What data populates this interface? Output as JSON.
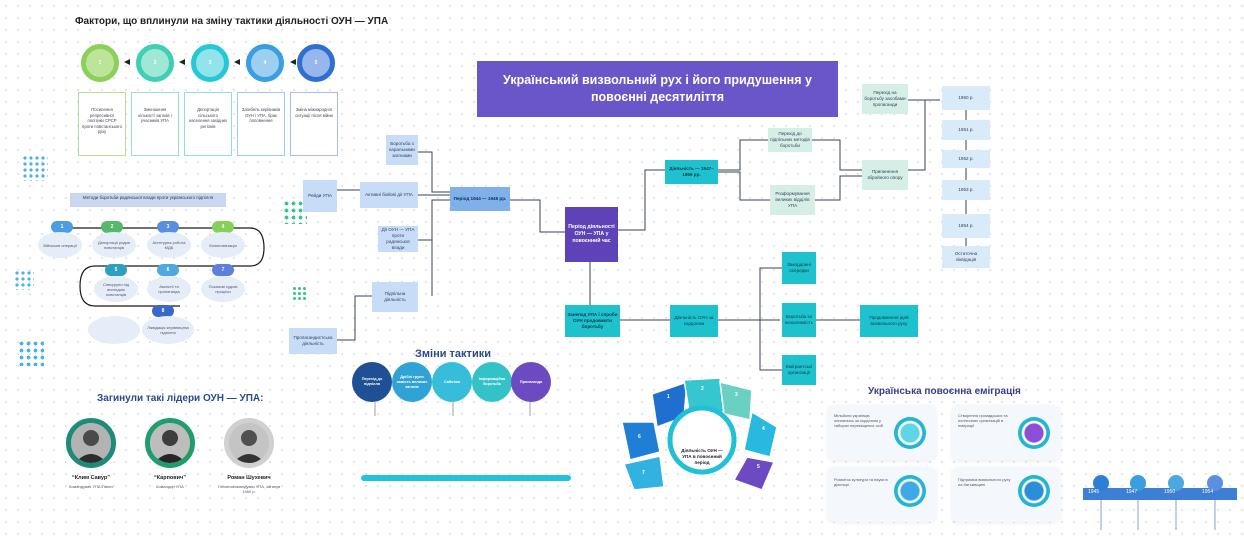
{
  "factors": {
    "title": "Фактори, що вплинули на зміну тактики діяльності ОУН — УПА",
    "steps": [
      {
        "num": "1",
        "color": "#8ccf5a",
        "text": "Посилення репресивної політики СРСР проти повстанського руху"
      },
      {
        "num": "2",
        "color": "#3fcfb4",
        "text": "Зменшення кількості загонів і учасників УПА"
      },
      {
        "num": "3",
        "color": "#25c8d6",
        "text": "Депортація сільського населення західних регіонів"
      },
      {
        "num": "4",
        "color": "#3a9fe0",
        "text": "Загибель керівників ОУН і УПА, брак поповнення"
      },
      {
        "num": "5",
        "color": "#2f6fd1",
        "text": "Зміна міжнародної ситуації після війни"
      }
    ]
  },
  "process": {
    "title": "Методи боротьби радянської влади проти українського підпілля",
    "items": [
      {
        "num": "1",
        "text": "Військові операції"
      },
      {
        "num": "2",
        "text": "Депортації родин повстанців"
      },
      {
        "num": "3",
        "text": "Агентурна робота МДБ"
      },
      {
        "num": "4",
        "text": "Колективізація"
      },
      {
        "num": "5",
        "text": "Спецгрупи під виглядом повстанців"
      },
      {
        "num": "6",
        "text": "Амністії та пропаганда"
      },
      {
        "num": "7",
        "text": "Показові судові процеси"
      },
      {
        "num": "8",
        "text": "Ліквідація керівництва підпілля"
      }
    ]
  },
  "leaders": {
    "title": "Загинули такі лідери ОУН — УПА:",
    "people": [
      {
        "name": "“Клим Савур”",
        "desc": "Командувач УПА-Північ"
      },
      {
        "name": "“Карпович”",
        "desc": "Командир УПА"
      },
      {
        "name": "Роман Шухевич",
        "desc": "Головнокомандувач УПА, загинув 1950 р."
      }
    ]
  },
  "mindmap": {
    "title": "Український визвольний рух і його придушення у повоєнні десятиліття",
    "center": "Період діяльності ОУН — УПА у повоєнний час",
    "branch_left": "Період 1944 — 1946 рр.",
    "branch_top": "Діяльність — 1947–1956 рр.",
    "branch_bottom": "Занепад УПА і спроби ОУН продовжити боротьбу",
    "left_nodes": [
      "Боротьба з каральними загонами",
      "Рейди УПА",
      "Активні бойові дії УПА",
      "Дії ОУН — УПА проти радянської влади",
      "Підпільна діяльність",
      "Пропагандистська діяльність"
    ],
    "top_nodes": [
      "Перехід до підпільних методів боротьби",
      "Розформування великих відділів УПА"
    ],
    "top_right": "Припинення збройного опору",
    "top_far": "Перехід на боротьбу засобами пропаганди",
    "chain": [
      "1950 р.",
      "1951 р.",
      "1952 р.",
      "1953 р.",
      "1954 р.",
      "Остаточна ліквідація"
    ],
    "bottom_mid": "Діяльність ОУН за кордоном",
    "bottom_nodes": [
      "Закордонні осередки",
      "Боротьба за незалежність",
      "Емігрантські організації"
    ],
    "bottom_right": "Продовження ідей визвольного руху"
  },
  "tactics": {
    "title": "Зміни тактики",
    "circles": [
      {
        "color": "#1f4f94",
        "label": "Перехід до підпілля"
      },
      {
        "color": "#2fa3d6",
        "label": "Дрібні групи замість великих загонів"
      },
      {
        "color": "#35bdd9",
        "label": "Саботаж"
      },
      {
        "color": "#33c2c8",
        "label": "Інформаційна боротьба"
      },
      {
        "color": "#6c4ac2",
        "label": "Пропаганда"
      }
    ]
  },
  "pentagon": {
    "center": "Діяльність ОУН — УПА в повоєнний період",
    "segments": [
      "1",
      "2",
      "3",
      "4",
      "5",
      "6",
      "7"
    ]
  },
  "emigration": {
    "title": "Українська повоєнна еміграція",
    "cards": [
      {
        "text": "Мільйони українців опинились за кордоном у таборах переміщених осіб"
      },
      {
        "text": "Створення громадських та політичних організацій в еміграції"
      },
      {
        "text": "Розвиток культури та науки в діаспорі"
      },
      {
        "text": "Підтримка визвольного руху на батьківщині"
      }
    ]
  },
  "timeline": {
    "items": [
      "1945",
      "1947",
      "1950",
      "1954"
    ]
  },
  "colors": {
    "accent": "#6a56c8",
    "teal": "#1ec2cf",
    "blue": "#c7dcf7"
  }
}
